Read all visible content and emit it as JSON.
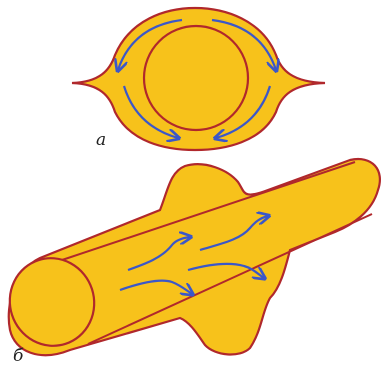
{
  "panels": [
    {
      "id": "a",
      "label": "а"
    },
    {
      "id": "b",
      "label": "б"
    }
  ],
  "colors": {
    "fill": "#f7c21b",
    "outline": "#b0282c",
    "arrow": "#3b57c9",
    "label": "#222222"
  }
}
